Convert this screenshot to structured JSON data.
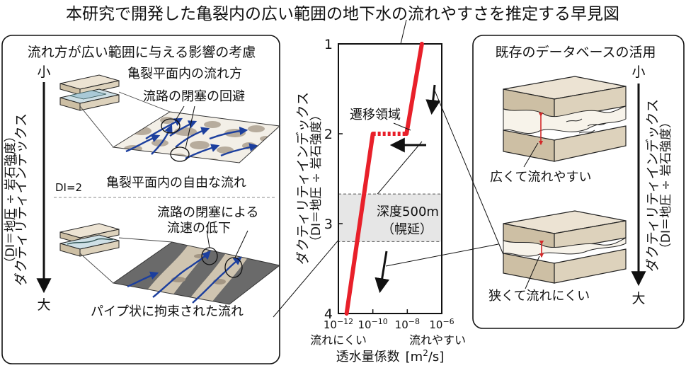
{
  "title": "本研究で開発した亀裂内の広い範囲の地下水の流れやすさを推定する早見図",
  "left_panel": {
    "heading": "流れ方が広い範囲に与える影響の考慮",
    "axis_small": "小",
    "axis_large": "大",
    "axis_label": "ダクティリティインデックス",
    "axis_formula": "（DI＝地圧 ÷ 岩石強度）",
    "di_marker": "DI=2",
    "upper_label_flow": "亀裂平面内の流れ方",
    "upper_label_avoid": "流路の閉塞の回避",
    "upper_caption": "亀裂平面内の自由な流れ",
    "lower_label_block_1": "流路の閉塞による",
    "lower_label_block_2": "流速の低下",
    "lower_caption": "パイプ状に拘束された流れ"
  },
  "chart": {
    "y_ticks": [
      "1",
      "2",
      "3",
      "4"
    ],
    "x_ticks": [
      {
        "base": "10",
        "exp": "−12"
      },
      {
        "base": "10",
        "exp": "−10"
      },
      {
        "base": "10",
        "exp": "−8"
      },
      {
        "base": "10",
        "exp": "−6"
      }
    ],
    "x_label_main": "透水量係数",
    "x_label_unit_pre": "[m",
    "x_label_unit_sup": "2",
    "x_label_unit_post": "/s]",
    "x_hint_left": "流れにくい",
    "x_hint_right": "流れやすい",
    "y_label": "ダクティリティインデックス",
    "y_formula": "（DI＝地圧 ÷ 岩石強度）",
    "transition_label": "遷移領域",
    "depth_label": "深度500m",
    "depth_site": "（幌延）"
  },
  "chart_data": {
    "type": "line",
    "x_scale": "log",
    "xlim": [
      1e-12,
      1e-06
    ],
    "ylim": [
      1,
      4
    ],
    "y_inverted": true,
    "xlabel": "透水量係数 [m²/s]",
    "ylabel": "ダクティリティインデックス（DI＝地圧 ÷ 岩石強度）",
    "series": [
      {
        "x": [
          7e-08,
          9e-09
        ],
        "y": [
          1.0,
          2.0
        ]
      },
      {
        "x": [
          1e-10,
          3e-12
        ],
        "y": [
          2.0,
          4.0
        ]
      },
      {
        "style": "dashed",
        "x": [
          1e-10,
          9e-09
        ],
        "y": [
          2.0,
          2.0
        ]
      }
    ],
    "shaded_band_y": [
      2.67,
      3.2
    ],
    "annotations": [
      "遷移領域",
      "深度500m",
      "（幌延）"
    ]
  },
  "right_panel": {
    "heading": "既存のデータベースの活用",
    "axis_small": "小",
    "axis_large": "大",
    "axis_label": "ダクティリティインデックス",
    "axis_formula": "（DI＝地圧 ÷ 岩石強度）",
    "upper_caption": "広くて流れやすい",
    "lower_caption": "狭くて流れにくい"
  },
  "colors": {
    "curve": "#e8202a",
    "aperture": "#d22a2a",
    "band": "#e6e6e6",
    "arrow_blue": "#1c3f9e",
    "rock_top": "#e9dfcc",
    "rock_side": "#cdbfa4"
  }
}
